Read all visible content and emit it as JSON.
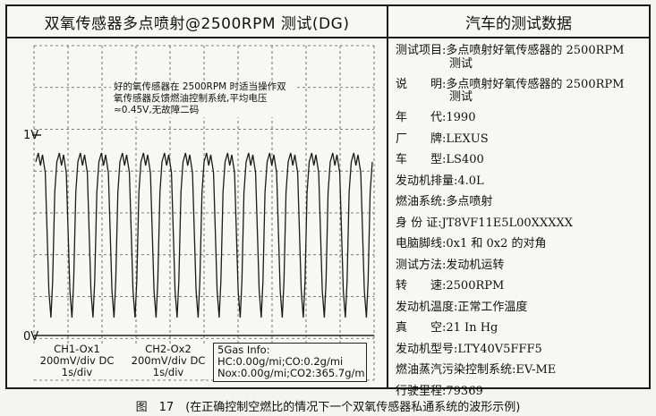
{
  "header": {
    "left_title": "双氧传感器多点喷射@2500RPM 测试(DG)",
    "right_title": "汽车的测试数据"
  },
  "scope": {
    "note": "好的氧传感器在 2500RPM 时适当操作双氧传感器反馈燃油控制系统,平均电压≈0.45V,无故障二码",
    "label_1v": "1V",
    "label_0v": "0V",
    "ch1": [
      "CH1-Ox1",
      "200mV/div DC",
      "1s/div"
    ],
    "ch2": [
      "CH2-Ox2",
      "200mV/div DC",
      "1s/div"
    ],
    "gas": [
      "5Gas Info:",
      "HC:0.00g/mi;CO:0.2g/mi",
      "Nox:0.00g/mi;CO2:365.7g/m"
    ],
    "trace_color": "#1a1a1a"
  },
  "info": {
    "rows": [
      "测试项目:多点喷射好氧传感器的 2500RPM",
      "测试",
      "说　　明:多点喷射好氧传感器的 2500RPM",
      "测试",
      "年　　代:1990",
      "厂　　牌:LEXUS",
      "车　　型:LS400",
      "发动机排量:4.0L",
      "燃油系统:多点喷射",
      "身 份 证:JT8VF11E5L00XXXXX",
      "电脑脚线:0x1 和 0x2 的对角",
      "测试方法:发动机运转",
      "转　　速:2500RPM",
      "发动机温度:正常工作温度",
      "真　　空:21 In Hg",
      "发动机型号:LTY40V5FFF5",
      "燃油蒸汽污染控制系统:EV-ME",
      "行驶里程:79369"
    ]
  },
  "caption": "图　17　(在正确控制空燃比的情况下一个双氧传感器私通系统的波形示例)"
}
